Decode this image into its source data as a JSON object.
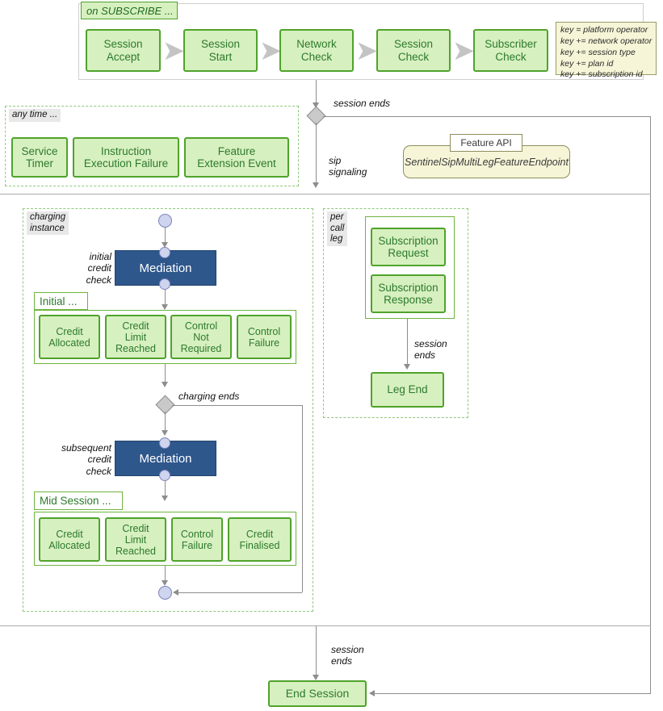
{
  "diagram": {
    "title_region_subscribe": "on SUBSCRIBE ...",
    "title_region_anytime": "any time ...",
    "title_region_charging": "charging\ninstance",
    "title_region_percallleg": "per\ncall\nleg",
    "title_region_initial": "Initial ...",
    "title_region_midsession": "Mid Session ..."
  },
  "subscribe_flow": {
    "nodes": [
      {
        "label": "Session\nAccept"
      },
      {
        "label": "Session\nStart"
      },
      {
        "label": "Network\nCheck"
      },
      {
        "label": "Session\nCheck"
      },
      {
        "label": "Subscriber\nCheck"
      }
    ],
    "arrow_glyph": "➤"
  },
  "key_note": {
    "lines": [
      "key = platform operator",
      "key += network operator",
      "key += session type",
      "key += plan id",
      "key += subscription id"
    ],
    "text": "key = platform operator\nkey += network operator\nkey += session type\nkey += plan id\nkey += subscription id"
  },
  "anytime": {
    "nodes": [
      {
        "label": "Service\nTimer"
      },
      {
        "label": "Instruction\nExecution Failure"
      },
      {
        "label": "Feature\nExtension Event"
      }
    ]
  },
  "feature_api": {
    "tab_label": "Feature API",
    "body_label": "SentinelSipMultiLegFeatureEndpoint"
  },
  "charging": {
    "mediation_initial_label": "Mediation",
    "mediation_subsequent_label": "Mediation",
    "initial_credit_check_label": "initial\ncredit\ncheck",
    "subsequent_credit_check_label": "subsequent\ncredit\ncheck",
    "initial_outcomes": [
      {
        "label": "Credit\nAllocated"
      },
      {
        "label": "Credit\nLimit\nReached"
      },
      {
        "label": "Control\nNot\nRequired"
      },
      {
        "label": "Control\nFailure"
      }
    ],
    "midsession_outcomes": [
      {
        "label": "Credit\nAllocated"
      },
      {
        "label": "Credit\nLimit\nReached"
      },
      {
        "label": "Control\nFailure"
      },
      {
        "label": "Credit\nFinalised"
      }
    ]
  },
  "call_leg": {
    "nodes": [
      {
        "label": "Subscription\nRequest"
      },
      {
        "label": "Subscription\nResponse"
      }
    ],
    "end_node": {
      "label": "Leg End"
    }
  },
  "edge_labels": {
    "session_ends_top": "session ends",
    "sip_signaling": "sip\nsignaling",
    "charging_ends": "charging ends",
    "session_ends_leg": "session\nends",
    "session_ends_bottom": "session\nends"
  },
  "end_session": {
    "label": "End Session"
  },
  "colors": {
    "node_fill": "#d7f0c0",
    "node_border": "#4fa32b",
    "node_text": "#2c7a2c",
    "mediation_fill": "#2e578c",
    "mediation_text": "#ffffff",
    "note_fill": "#f6f5d7",
    "note_border": "#9a9a6a",
    "connector": "#8d8d8d",
    "region_dash": "#8fc97a",
    "region_label_bg": "#e8e8e8",
    "decision_fill": "#c9c9c9",
    "state_circle_fill": "#cfd4ef",
    "chevron": "#c4c4c4"
  }
}
